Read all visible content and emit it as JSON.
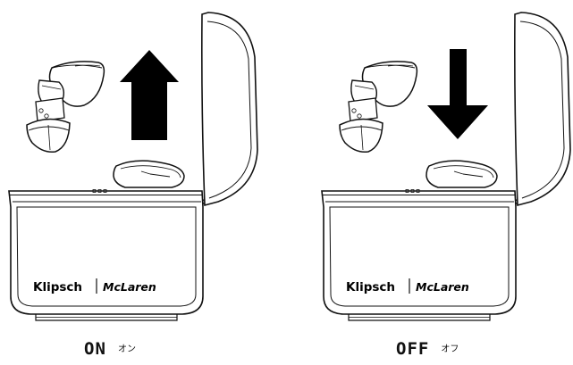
{
  "panels": [
    {
      "state_label": "ON",
      "state_label_ja": "オン",
      "arrow_direction": "up",
      "brand_left": "Klipsch",
      "brand_right": "McLaren"
    },
    {
      "state_label": "OFF",
      "state_label_ja": "オフ",
      "arrow_direction": "down",
      "brand_left": "Klipsch",
      "brand_right": "McLaren"
    }
  ],
  "colors": {
    "line": "#111111",
    "arrow": "#000000",
    "background": "#ffffff"
  }
}
